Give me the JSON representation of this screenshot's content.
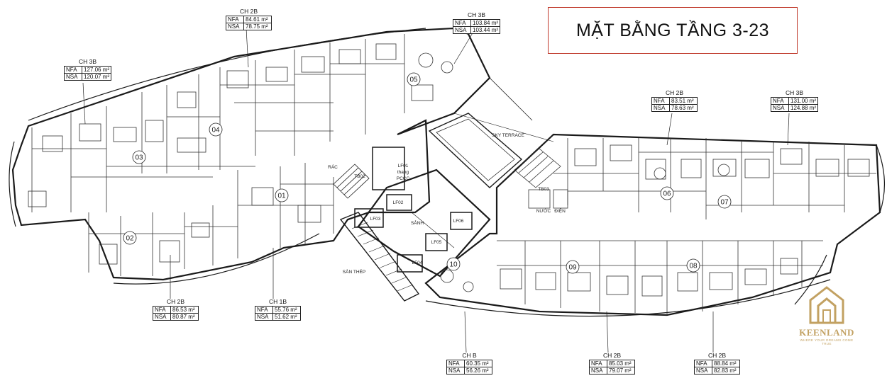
{
  "title": "MẶT BẰNG TẦNG 3-23",
  "units": [
    {
      "code": "CH 2B",
      "nfa_label": "NFA",
      "nfa": "84.61 m²",
      "nsa_label": "NSA",
      "nsa": "78.75 m²"
    },
    {
      "code": "CH 3B",
      "nfa_label": "NFA",
      "nfa": "127.06 m²",
      "nsa_label": "NSA",
      "nsa": "120.07 m²"
    },
    {
      "code": "CH 3B",
      "nfa_label": "NFA",
      "nfa": "103.84 m²",
      "nsa_label": "NSA",
      "nsa": "103.44 m²"
    },
    {
      "code": "CH 2B",
      "nfa_label": "NFA",
      "nfa": "83.51 m²",
      "nsa_label": "NSA",
      "nsa": "78.63 m²"
    },
    {
      "code": "CH 3B",
      "nfa_label": "NFA",
      "nfa": "131.00 m²",
      "nsa_label": "NSA",
      "nsa": "124.88 m²"
    },
    {
      "code": "CH 2B",
      "nfa_label": "NFA",
      "nfa": "86.53 m²",
      "nsa_label": "NSA",
      "nsa": "80.87 m²"
    },
    {
      "code": "CH 1B",
      "nfa_label": "NFA",
      "nfa": "55.76 m²",
      "nsa_label": "NSA",
      "nsa": "51.62 m²"
    },
    {
      "code": "CH B",
      "nfa_label": "NFA",
      "nfa": "60.35 m²",
      "nsa_label": "NSA",
      "nsa": "56.26 m²"
    },
    {
      "code": "CH 2B",
      "nfa_label": "NFA",
      "nfa": "85.03 m²",
      "nsa_label": "NSA",
      "nsa": "79.07 m²"
    },
    {
      "code": "CH 2B",
      "nfa_label": "NFA",
      "nfa": "88.84 m²",
      "nsa_label": "NSA",
      "nsa": "82.83 m²"
    }
  ],
  "apartments": [
    "01",
    "02",
    "03",
    "04",
    "05",
    "06",
    "07",
    "08",
    "09",
    "10"
  ],
  "rooms": {
    "sky_terrace": "SKY TERRACE",
    "rac": "RÁC",
    "tb02": "TB02",
    "tb03": "TB03",
    "lf01_line1": "LF01",
    "lf01_line2": "thang",
    "lf01_line3": "PCCC",
    "lf02": "LF02",
    "lf03": "LF03",
    "lf04": "LF04",
    "lf05": "LF05",
    "lf06": "LF06",
    "sanh": "SẢNH",
    "nuoc": "NƯỚC",
    "dien": "ĐIỆN",
    "san_thep": "SÀN THÉP"
  },
  "brand": {
    "name": "KEENLAND",
    "tagline": "WHERE YOUR DREAMS COME TRUE"
  },
  "colors": {
    "title_border": "#c0392b",
    "wall": "#1a1a1a",
    "brand": "#b89147"
  }
}
